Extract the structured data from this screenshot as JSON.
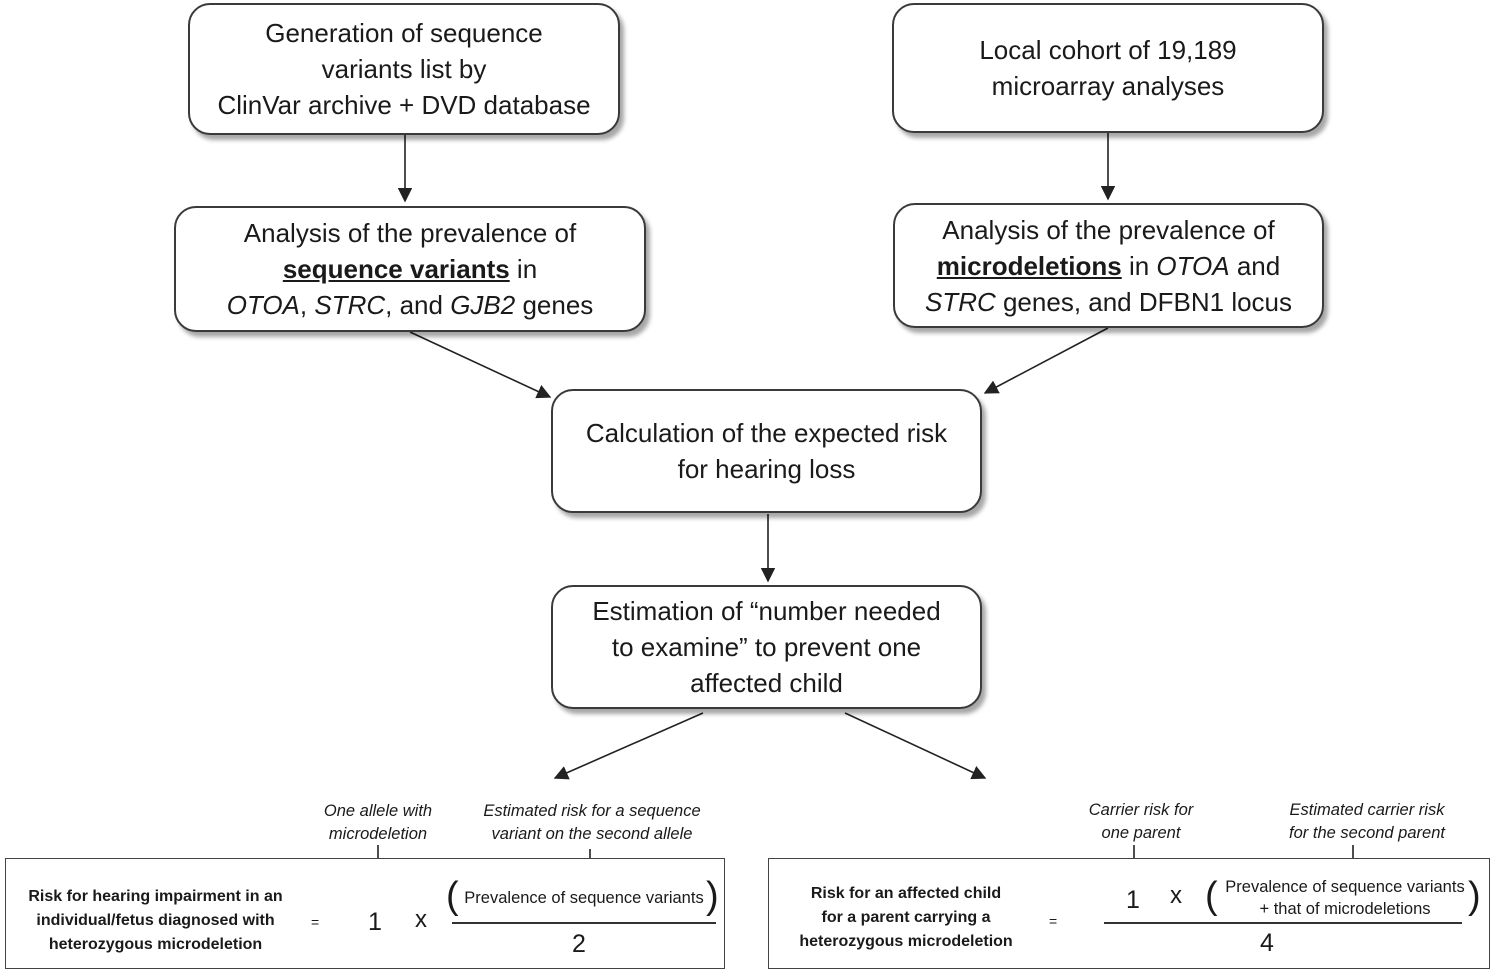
{
  "boxes": {
    "top_left": {
      "line1": "Generation of sequence",
      "line2": "variants list by",
      "line3": "ClinVar archive + DVD database"
    },
    "top_right": {
      "line1": "Local cohort of 19,189",
      "line2": "microarray analyses"
    },
    "mid_left": {
      "line1": "Analysis of the prevalence of",
      "emph": "sequence variants",
      "after_emph": " in",
      "gene1": "OTOA",
      "sep1": ", ",
      "gene2": "STRC",
      "sep2": ", and ",
      "gene3": "GJB2",
      "tail": " genes"
    },
    "mid_right": {
      "line1": "Analysis of the prevalence of",
      "emph": "microdeletions",
      "after_emph": " in ",
      "gene1": "OTOA",
      "after_gene1": " and",
      "gene2": "STRC",
      "tail": " genes, and DFBN1 locus"
    },
    "calc": {
      "line1": "Calculation of the expected risk",
      "line2": "for hearing loss"
    },
    "estimate": {
      "line1": "Estimation of “number needed",
      "line2": "to examine” to prevent one",
      "line3": "affected child"
    }
  },
  "left_formula": {
    "annot1_line1": "One allele with",
    "annot1_line2": "microdeletion",
    "annot2_line1": "Estimated risk for a sequence",
    "annot2_line2": "variant on the second allele",
    "label_line1": "Risk for hearing impairment in an",
    "label_line2": "individual/fetus diagnosed with",
    "label_line3": "heterozygous microdeletion",
    "equals": "=",
    "factor": "1",
    "times": "x",
    "numerator": "Prevalence of sequence variants",
    "denominator": "2"
  },
  "right_formula": {
    "annot1_line1": "Carrier risk for",
    "annot1_line2": "one parent",
    "annot2_line1": "Estimated carrier risk",
    "annot2_line2": "for the second parent",
    "label_line1": "Risk for an affected child",
    "label_line2": "for a parent carrying a",
    "label_line3": "heterozygous microdeletion",
    "equals": "=",
    "factor": "1",
    "times": "x",
    "numerator_line1": "Prevalence of sequence variants",
    "numerator_line2": "+ that of microdeletions",
    "denominator": "4"
  }
}
